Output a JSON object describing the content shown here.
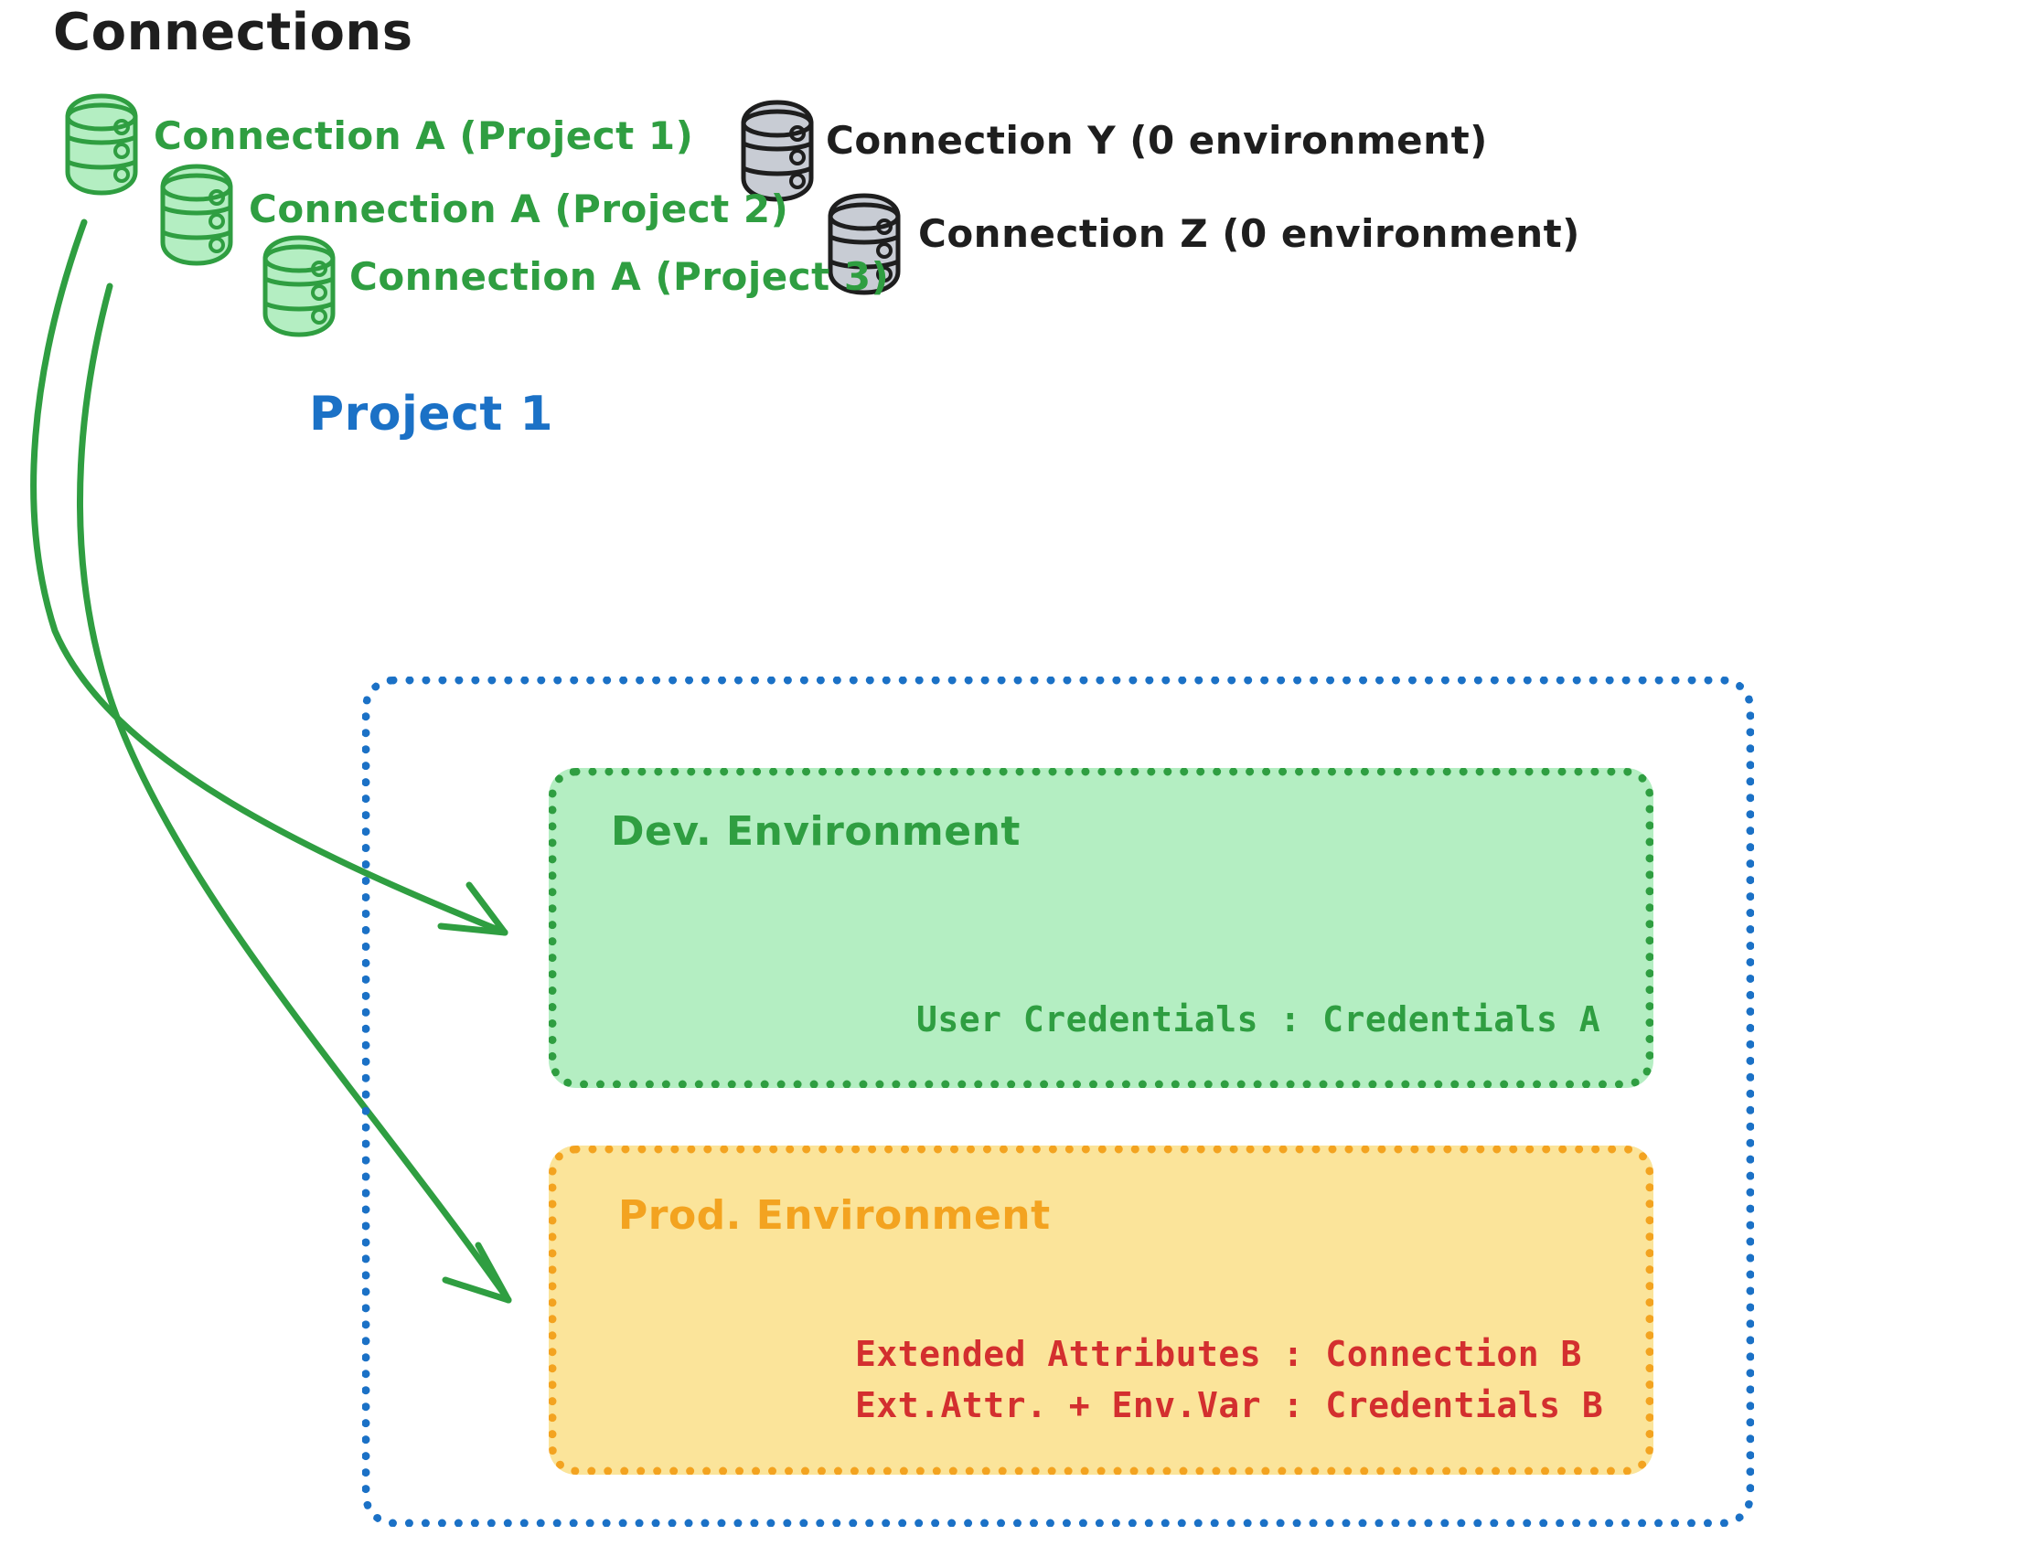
{
  "title": "Connections",
  "connections": [
    {
      "id": "conn-a-project-1",
      "label": "Connection A (Project 1)",
      "color": "#2f9e41",
      "kind": "database",
      "state": "assigned"
    },
    {
      "id": "conn-a-project-2",
      "label": "Connection A (Project 2)",
      "color": "#2f9e41",
      "kind": "database",
      "state": "assigned"
    },
    {
      "id": "conn-a-project-3",
      "label": "Connection A (Project 3)",
      "color": "#2f9e41",
      "kind": "database",
      "state": "assigned"
    },
    {
      "id": "conn-y",
      "label": "Connection Y (0 environment)",
      "color": "#1e1e1e",
      "kind": "database",
      "state": "unassigned"
    },
    {
      "id": "conn-z",
      "label": "Connection Z (0 environment)",
      "color": "#1e1e1e",
      "kind": "database",
      "state": "unassigned"
    }
  ],
  "project": {
    "label": "Project 1",
    "color": "#1b71c6",
    "environments": [
      {
        "id": "dev",
        "title": "Dev. Environment",
        "fill": "#b4eec2",
        "border": "#2f9e41",
        "title_color": "#2f9e41",
        "detail_color": "#2f9e41",
        "details": [
          {
            "key": "User Credentials",
            "value": "Credentials A",
            "line": "User Credentials : Credentials A"
          }
        ]
      },
      {
        "id": "prod",
        "title": "Prod. Environment",
        "fill": "#fbe49a",
        "border": "#f3a320",
        "title_color": "#f3a320",
        "detail_color": "#d32f2f",
        "details": [
          {
            "key": "Extended Attributes",
            "value": "Connection B",
            "line": "Extended Attributes : Connection B"
          },
          {
            "key": "Ext.Attr. + Env.Var",
            "value": "Credentials B",
            "line": "Ext.Attr. + Env.Var : Credentials B"
          }
        ]
      }
    ]
  },
  "arrows": [
    {
      "id": "arrow-conn-a-to-dev",
      "from": "conn-a-project-1",
      "to": "dev",
      "color": "#2f9e41"
    },
    {
      "id": "arrow-conn-a-to-prod",
      "from": "conn-a-project-1",
      "to": "prod",
      "color": "#2f9e41"
    }
  ],
  "palette": {
    "green_fill": "#b4eec2",
    "green_stroke": "#2f9e41",
    "gray_fill": "#c8ccd4",
    "gray_stroke": "#1e1e1e",
    "blue": "#1b71c6",
    "orange": "#f3a320",
    "yellow_fill": "#fbe49a",
    "red": "#d32f2f",
    "black": "#1e1e1e",
    "background": "#ffffff"
  }
}
